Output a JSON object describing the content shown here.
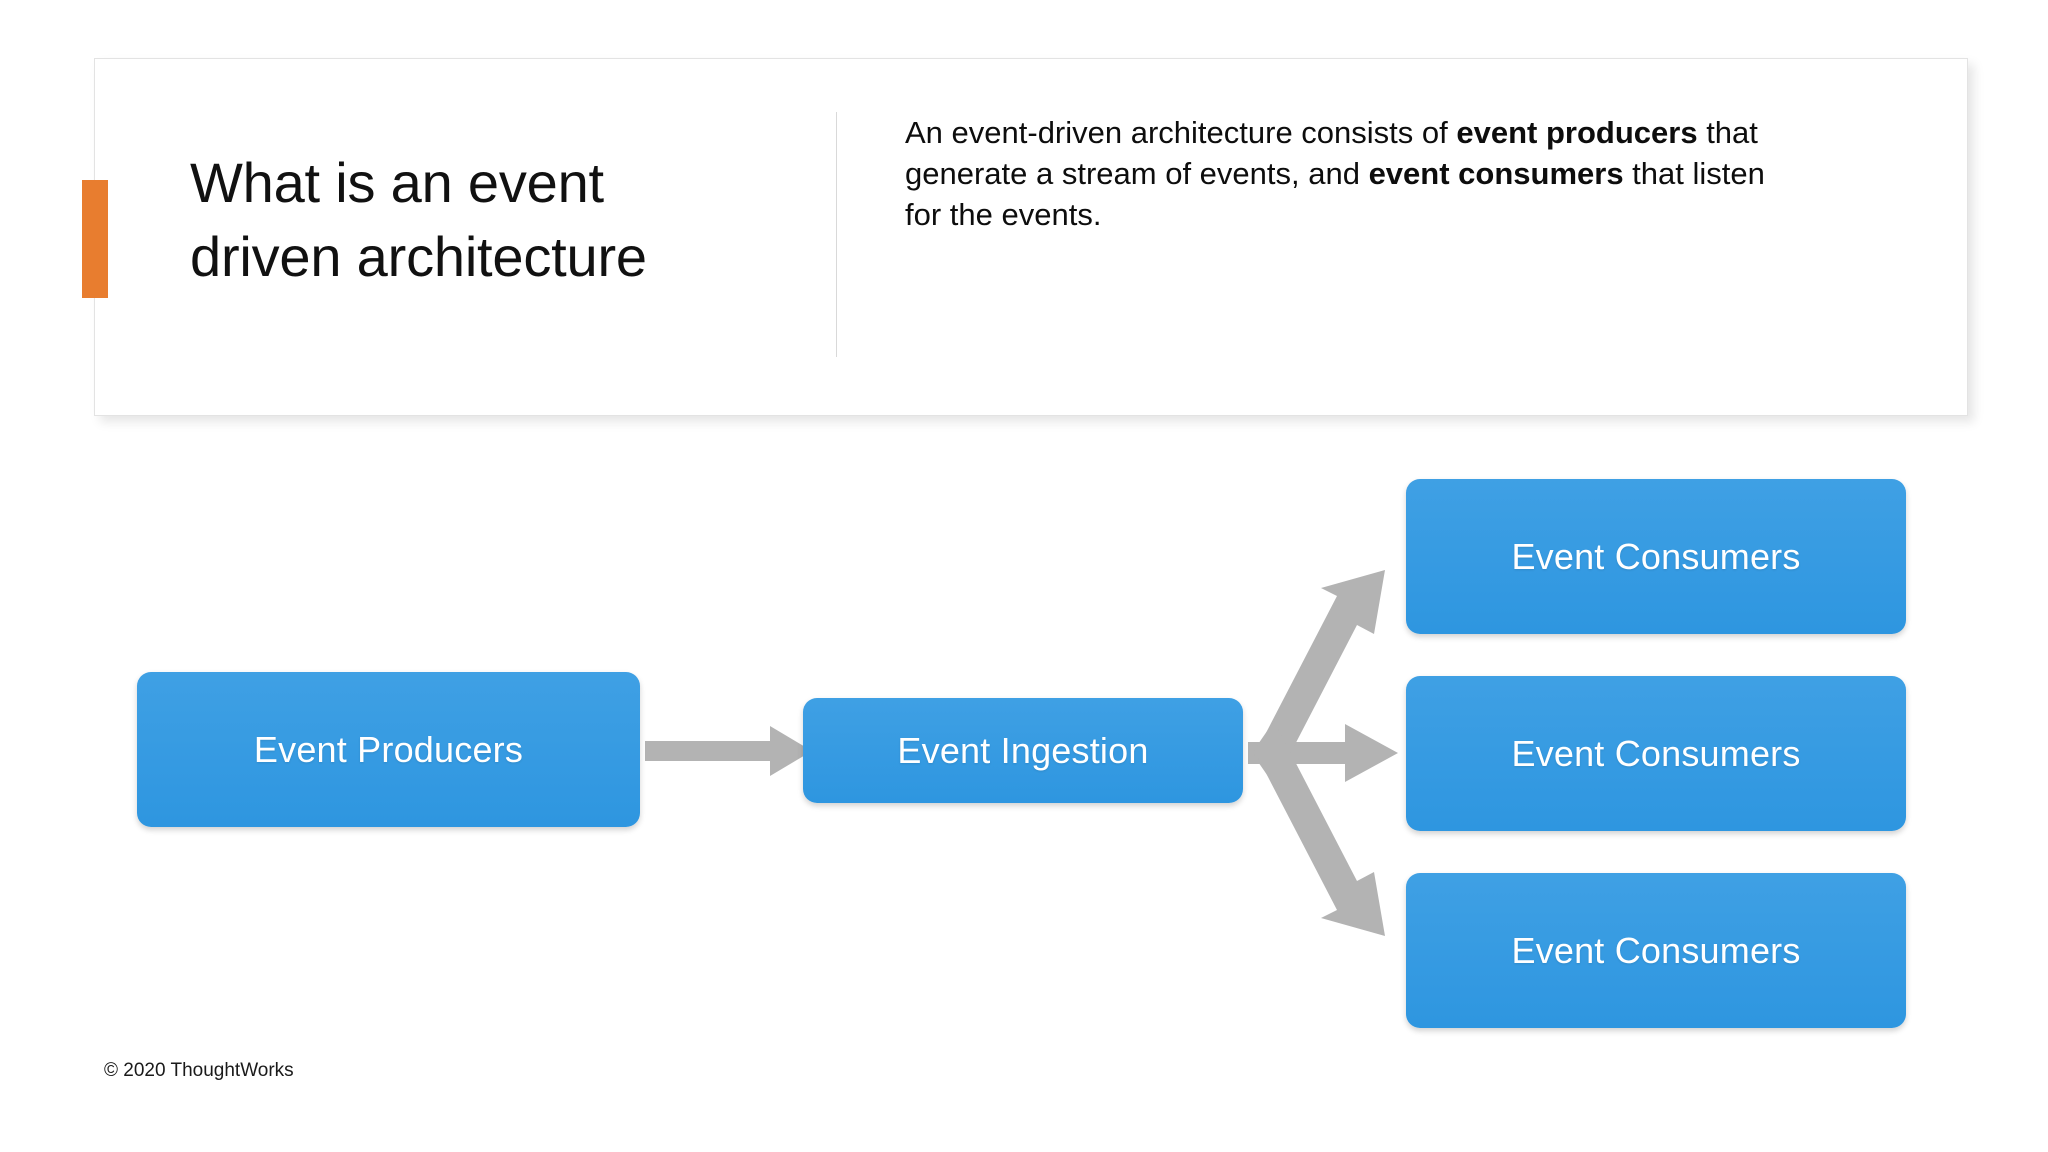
{
  "slide": {
    "title_lines": [
      "What is an event",
      "driven architecture"
    ],
    "body_lines": [
      {
        "segments": [
          {
            "text": "An event-driven architecture consists of ",
            "bold": false
          },
          {
            "text": "event producers",
            "bold": true
          },
          {
            "text": " that",
            "bold": false
          }
        ]
      },
      {
        "segments": [
          {
            "text": "generate a stream of events, and ",
            "bold": false
          },
          {
            "text": "event consumers",
            "bold": true
          },
          {
            "text": " that listen",
            "bold": false
          }
        ]
      },
      {
        "segments": [
          {
            "text": "for the events.",
            "bold": false
          }
        ]
      }
    ],
    "footer": "© 2020 ThoughtWorks",
    "colors": {
      "accent_orange": "#E87D2F",
      "node_blue": "#3399E0",
      "arrow_gray": "#B3B3B3",
      "card_border": "#E3E3E3",
      "divider": "#D9D9D9",
      "text": "#0D0D0D",
      "node_text": "#FFFFFF"
    }
  },
  "diagram": {
    "type": "flow",
    "nodes": [
      {
        "id": "producers",
        "label": "Event Producers"
      },
      {
        "id": "ingestion",
        "label": "Event Ingestion"
      },
      {
        "id": "consumer1",
        "label": "Event Consumers"
      },
      {
        "id": "consumer2",
        "label": "Event Consumers"
      },
      {
        "id": "consumer3",
        "label": "Event Consumers"
      }
    ],
    "edges": [
      {
        "from": "producers",
        "to": "ingestion",
        "style": "straight-arrow"
      },
      {
        "from": "ingestion",
        "to": "consumer1",
        "style": "diagonal-up-arrow"
      },
      {
        "from": "ingestion",
        "to": "consumer2",
        "style": "straight-arrow"
      },
      {
        "from": "ingestion",
        "to": "consumer3",
        "style": "diagonal-down-arrow"
      }
    ]
  }
}
